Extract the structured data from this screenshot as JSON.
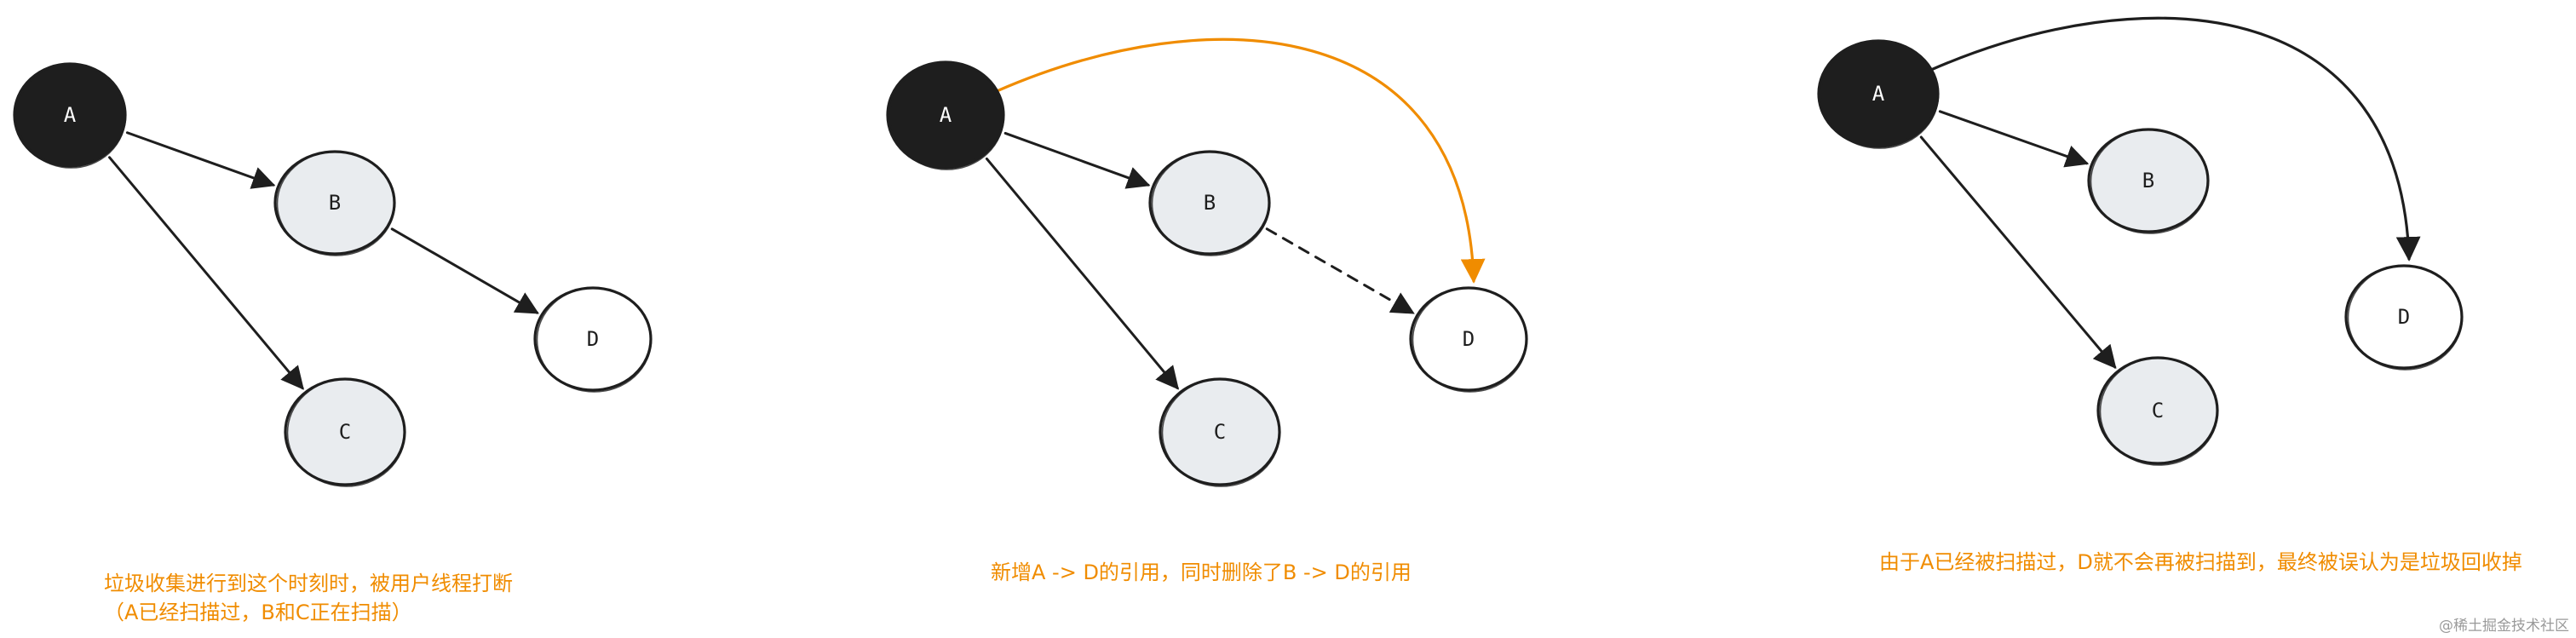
{
  "colors": {
    "black_node": "#1e1e1e",
    "gray_node": "#e9ecef",
    "white_node": "#ffffff",
    "stroke": "#1e1e1e",
    "highlight": "#f08c00",
    "caption": "#f08c00"
  },
  "panels": [
    {
      "nodes": [
        {
          "id": "A",
          "label": "A",
          "fill": "black"
        },
        {
          "id": "B",
          "label": "B",
          "fill": "gray"
        },
        {
          "id": "C",
          "label": "C",
          "fill": "gray"
        },
        {
          "id": "D",
          "label": "D",
          "fill": "white"
        }
      ],
      "edges": [
        {
          "from": "A",
          "to": "B",
          "style": "solid"
        },
        {
          "from": "A",
          "to": "C",
          "style": "solid"
        },
        {
          "from": "B",
          "to": "D",
          "style": "solid"
        }
      ],
      "caption_lines": [
        "垃圾收集进行到这个时刻时，被用户线程打断",
        "（A已经扫描过，B和C正在扫描）"
      ]
    },
    {
      "nodes": [
        {
          "id": "A",
          "label": "A",
          "fill": "black"
        },
        {
          "id": "B",
          "label": "B",
          "fill": "gray"
        },
        {
          "id": "C",
          "label": "C",
          "fill": "gray"
        },
        {
          "id": "D",
          "label": "D",
          "fill": "white"
        }
      ],
      "edges": [
        {
          "from": "A",
          "to": "B",
          "style": "solid"
        },
        {
          "from": "A",
          "to": "C",
          "style": "solid"
        },
        {
          "from": "B",
          "to": "D",
          "style": "dashed"
        },
        {
          "from": "A",
          "to": "D",
          "style": "highlight"
        }
      ],
      "caption_lines": [
        "新增A -> D的引用，同时删除了B -> D的引用"
      ]
    },
    {
      "nodes": [
        {
          "id": "A",
          "label": "A",
          "fill": "black"
        },
        {
          "id": "B",
          "label": "B",
          "fill": "gray"
        },
        {
          "id": "C",
          "label": "C",
          "fill": "gray"
        },
        {
          "id": "D",
          "label": "D",
          "fill": "white"
        }
      ],
      "edges": [
        {
          "from": "A",
          "to": "B",
          "style": "solid"
        },
        {
          "from": "A",
          "to": "C",
          "style": "solid"
        },
        {
          "from": "A",
          "to": "D",
          "style": "curved"
        }
      ],
      "caption_lines": [
        "由于A已经被扫描过，D就不会再被扫描到，最终被误认为是垃圾回收掉"
      ]
    }
  ],
  "watermark": "@稀土掘金技术社区"
}
